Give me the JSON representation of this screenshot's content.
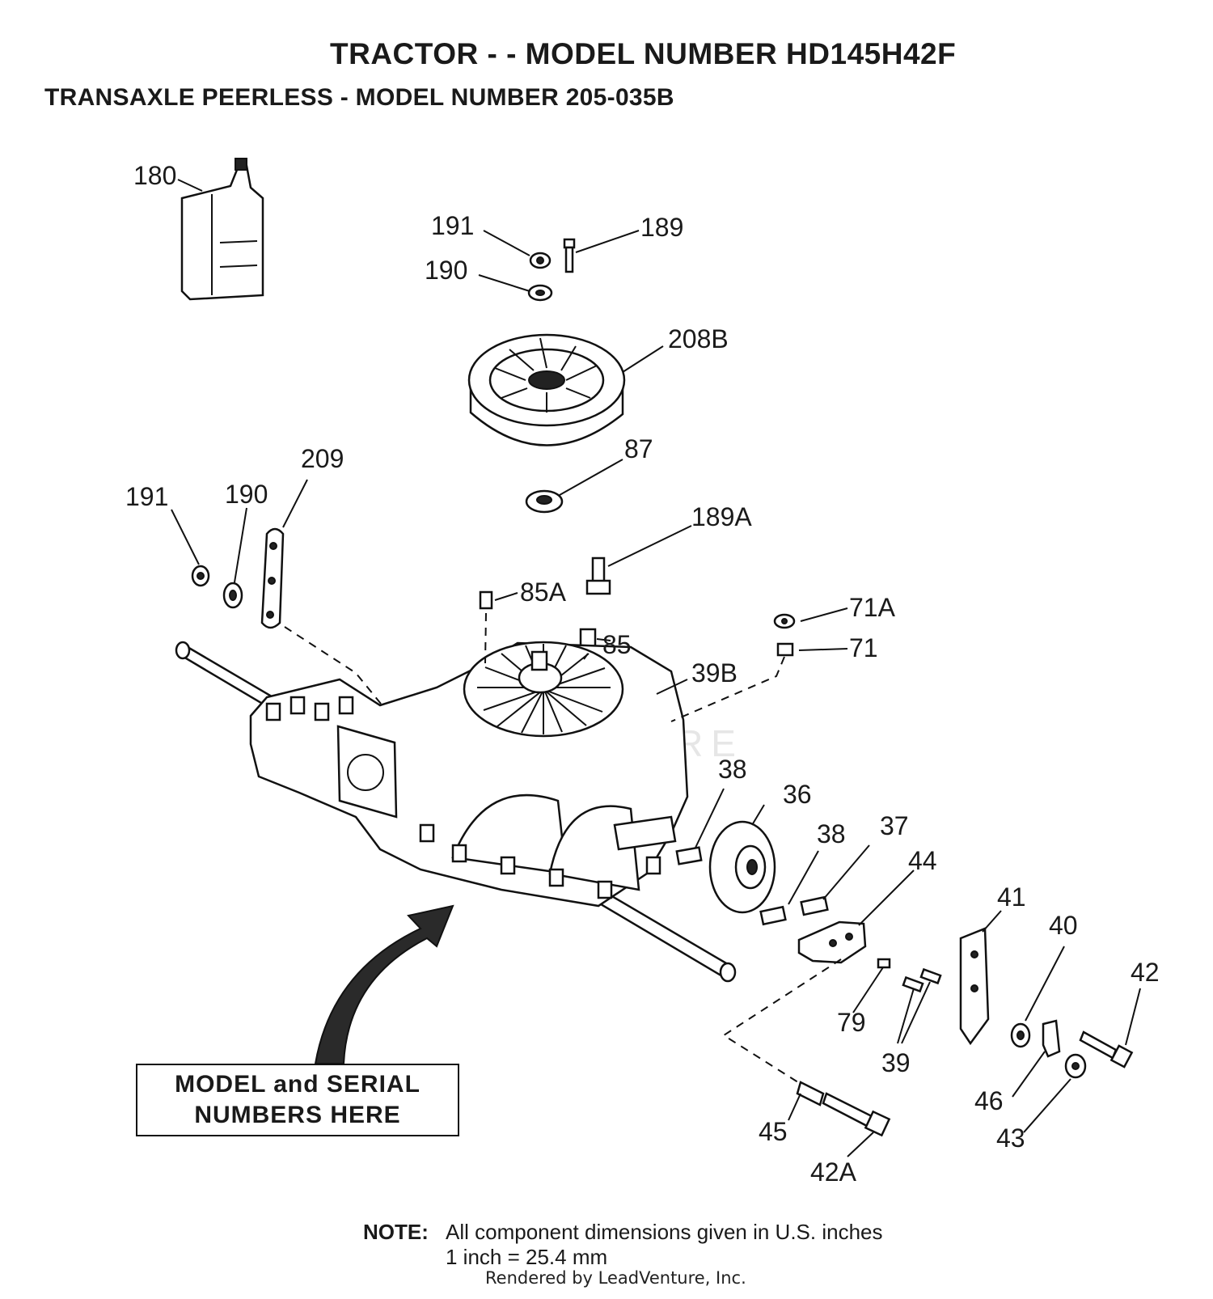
{
  "header": {
    "title": "TRACTOR - - MODEL NUMBER HD145H42F",
    "subtitle": "TRANSAXLE PEERLESS - MODEL NUMBER 205-035B"
  },
  "watermark": "LEADVENTURE",
  "callouts": {
    "p180": "180",
    "p191a": "191",
    "p189": "189",
    "p190a": "190",
    "p208b": "208B",
    "p87": "87",
    "p209": "209",
    "p191b": "191",
    "p190b": "190",
    "p189a": "189A",
    "p85a": "85A",
    "p85": "85",
    "p71a": "71A",
    "p71": "71",
    "p39b": "39B",
    "p38a": "38",
    "p36": "36",
    "p38b": "38",
    "p37": "37",
    "p44": "44",
    "p41": "41",
    "p40": "40",
    "p42": "42",
    "p79": "79",
    "p39": "39",
    "p46": "46",
    "p43": "43",
    "p45": "45",
    "p42a": "42A"
  },
  "serial_box": {
    "line1": "MODEL and SERIAL",
    "line2": "NUMBERS HERE"
  },
  "note": {
    "label": "NOTE:",
    "line1": "All component dimensions given in U.S. inches",
    "line2": "1 inch = 25.4 mm"
  },
  "footer": "Rendered by LeadVenture, Inc."
}
